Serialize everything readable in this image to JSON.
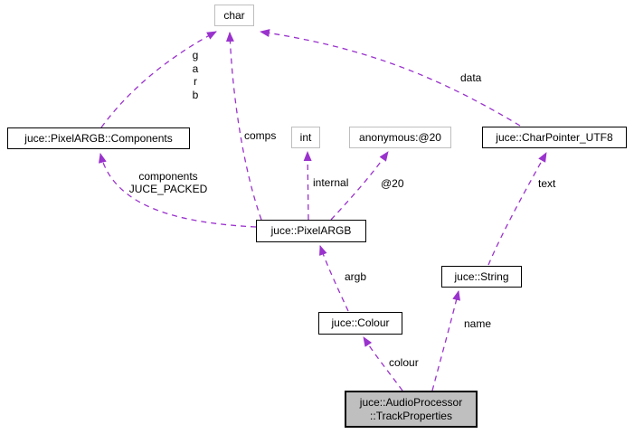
{
  "diagram": {
    "type": "collaboration-graph",
    "colors": {
      "edge": "#9a32cd",
      "linked_border": "#000000",
      "plain_border": "#bebebe",
      "node_fill": "#ffffff",
      "current_fill": "#bfbfbf",
      "background": "#ffffff",
      "text": "#000000"
    },
    "nodes": {
      "char": {
        "label": "char",
        "linked": false
      },
      "components": {
        "label": "juce::PixelARGB::Components",
        "linked": true
      },
      "int": {
        "label": "int",
        "linked": false
      },
      "anonymous": {
        "label": "anonymous:@20",
        "linked": false
      },
      "charpointer": {
        "label": "juce::CharPointer_UTF8",
        "linked": true
      },
      "pixelargb": {
        "label": "juce::PixelARGB",
        "linked": true
      },
      "string": {
        "label": "juce::String",
        "linked": true
      },
      "colour": {
        "label": "juce::Colour",
        "linked": true
      },
      "trackproperties": {
        "label": "juce::AudioProcessor\n::TrackProperties",
        "linked": false,
        "current": true
      }
    },
    "edge_labels": {
      "garb": "g\na\nr\nb",
      "comps": "comps",
      "data": "data",
      "components_packed": "components\nJUCE_PACKED",
      "internal": "internal",
      "at20": "@20",
      "text": "text",
      "argb": "argb",
      "name": "name",
      "colour": "colour"
    },
    "edges": [
      {
        "from": "juce::PixelARGB::Components",
        "to": "char",
        "label": "g a r b"
      },
      {
        "from": "juce::PixelARGB",
        "to": "char",
        "label": "comps"
      },
      {
        "from": "juce::CharPointer_UTF8",
        "to": "char",
        "label": "data"
      },
      {
        "from": "juce::PixelARGB",
        "to": "juce::PixelARGB::Components",
        "label": "components JUCE_PACKED"
      },
      {
        "from": "juce::PixelARGB",
        "to": "int",
        "label": "internal"
      },
      {
        "from": "juce::PixelARGB",
        "to": "anonymous:@20",
        "label": "@20"
      },
      {
        "from": "juce::String",
        "to": "juce::CharPointer_UTF8",
        "label": "text"
      },
      {
        "from": "juce::Colour",
        "to": "juce::PixelARGB",
        "label": "argb"
      },
      {
        "from": "juce::AudioProcessor::TrackProperties",
        "to": "juce::String",
        "label": "name"
      },
      {
        "from": "juce::AudioProcessor::TrackProperties",
        "to": "juce::Colour",
        "label": "colour"
      }
    ]
  }
}
